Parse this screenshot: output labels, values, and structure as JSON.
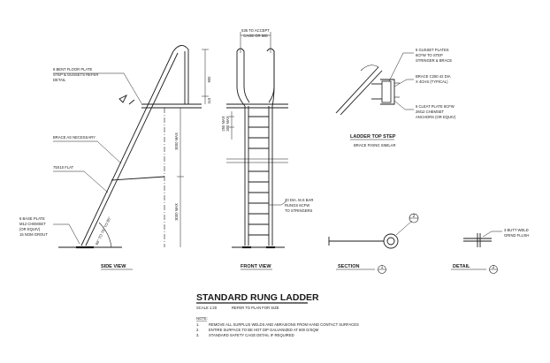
{
  "callouts": {
    "bent_floor_plate": [
      "6 BENT FLOOR PLATE",
      "STEP & GUSSETS REFER",
      "DETAIL"
    ],
    "brace": [
      "BRACE AS NECESSARY"
    ],
    "flat": [
      "75X10 FLAT"
    ],
    "base_plate": [
      "6 BASE PLATE",
      "M12 CHEMSET",
      "(OR EQUIV)",
      "15 NOM GROUT"
    ],
    "gusset": [
      "6 GUSSET PLATES",
      "6CFW TO STEP",
      "STRINGER & BRACE"
    ],
    "brace_pipe": [
      "BRACE C250 42 DIA",
      "X 4CHS (TYPICAL)"
    ],
    "cleat": [
      "6 CLEAT PLATE 6CFW",
      "2M12 CHEMSET",
      "ANCHORS (OR EQUIV)"
    ],
    "rungs": [
      "20 DIA. M.S BAR",
      "RUNGS 6CFW",
      "TO STRINGERS"
    ],
    "butt_weld": [
      "3 BUTT WELD",
      "GRIND FLUSH"
    ],
    "width_note": [
      "535 TO ACCEPT",
      "CAGE OR 600"
    ]
  },
  "dimensions": {
    "d_top_a": "900",
    "d_top_b": "115",
    "d_mid": "3000 MAX",
    "d_low": "3000 MAX",
    "d_rung_a": "250 MAX",
    "d_rung_b": "300 MAX",
    "angle": "60° TO 70° TO 85°"
  },
  "views": {
    "side": "SIDE VIEW",
    "front": "FRONT VIEW",
    "section": "SECTION",
    "detail": "DETAIL",
    "top_step": "LADDER TOP STEP",
    "top_step_sub": "BRACE FIXING SIMILAR"
  },
  "markers": {
    "section_ref": "2",
    "section_mark": "1",
    "detail_mark": "2"
  },
  "title": {
    "main": "STANDARD RUNG LADDER",
    "scale": "SCALE 1:20",
    "refer": "REFER TO PLAN FOR SIZE"
  },
  "notes": {
    "heading": "NOTE:",
    "items": [
      {
        "num": "1.",
        "text": "REMOVE ALL SURPLUS WELDS AND ABRASIONS FROM HAND CONTACT SURFACES"
      },
      {
        "num": "2.",
        "text": "ENTIRE SURFACE TO BE HOT DIP GALVANIZED AT 600 G/SQM"
      },
      {
        "num": "3.",
        "text": "STANDARD SAFETY CAGE DETAIL IF REQUIRED"
      }
    ]
  }
}
